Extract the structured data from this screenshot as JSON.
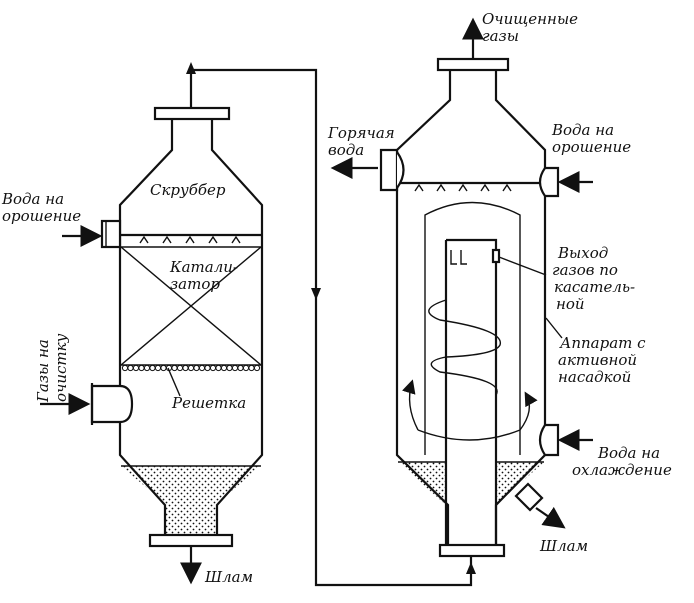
{
  "scrubber": {
    "title": "Скруббер",
    "water_in": [
      "Вода на",
      "орошение"
    ],
    "catalyst": [
      "Катали-",
      "затор"
    ],
    "gas_in": [
      "Газы на",
      "очистку"
    ],
    "grate": "Решетка",
    "sludge": "Шлам"
  },
  "apparatus": {
    "clean_gas": [
      "Очищенные",
      "газы"
    ],
    "hot_water": [
      "Горячая",
      "вода"
    ],
    "water_in": [
      "Вода на",
      "орошение"
    ],
    "gas_exit": [
      "Выход",
      "газов по",
      "касатель-",
      "ной"
    ],
    "active": [
      "Аппарат с",
      "активной",
      "насадкой"
    ],
    "cooling": [
      "Вода на",
      "охлаждение"
    ],
    "sludge": "Шлам"
  },
  "colors": {
    "ink": "#111111",
    "background": "#ffffff"
  }
}
